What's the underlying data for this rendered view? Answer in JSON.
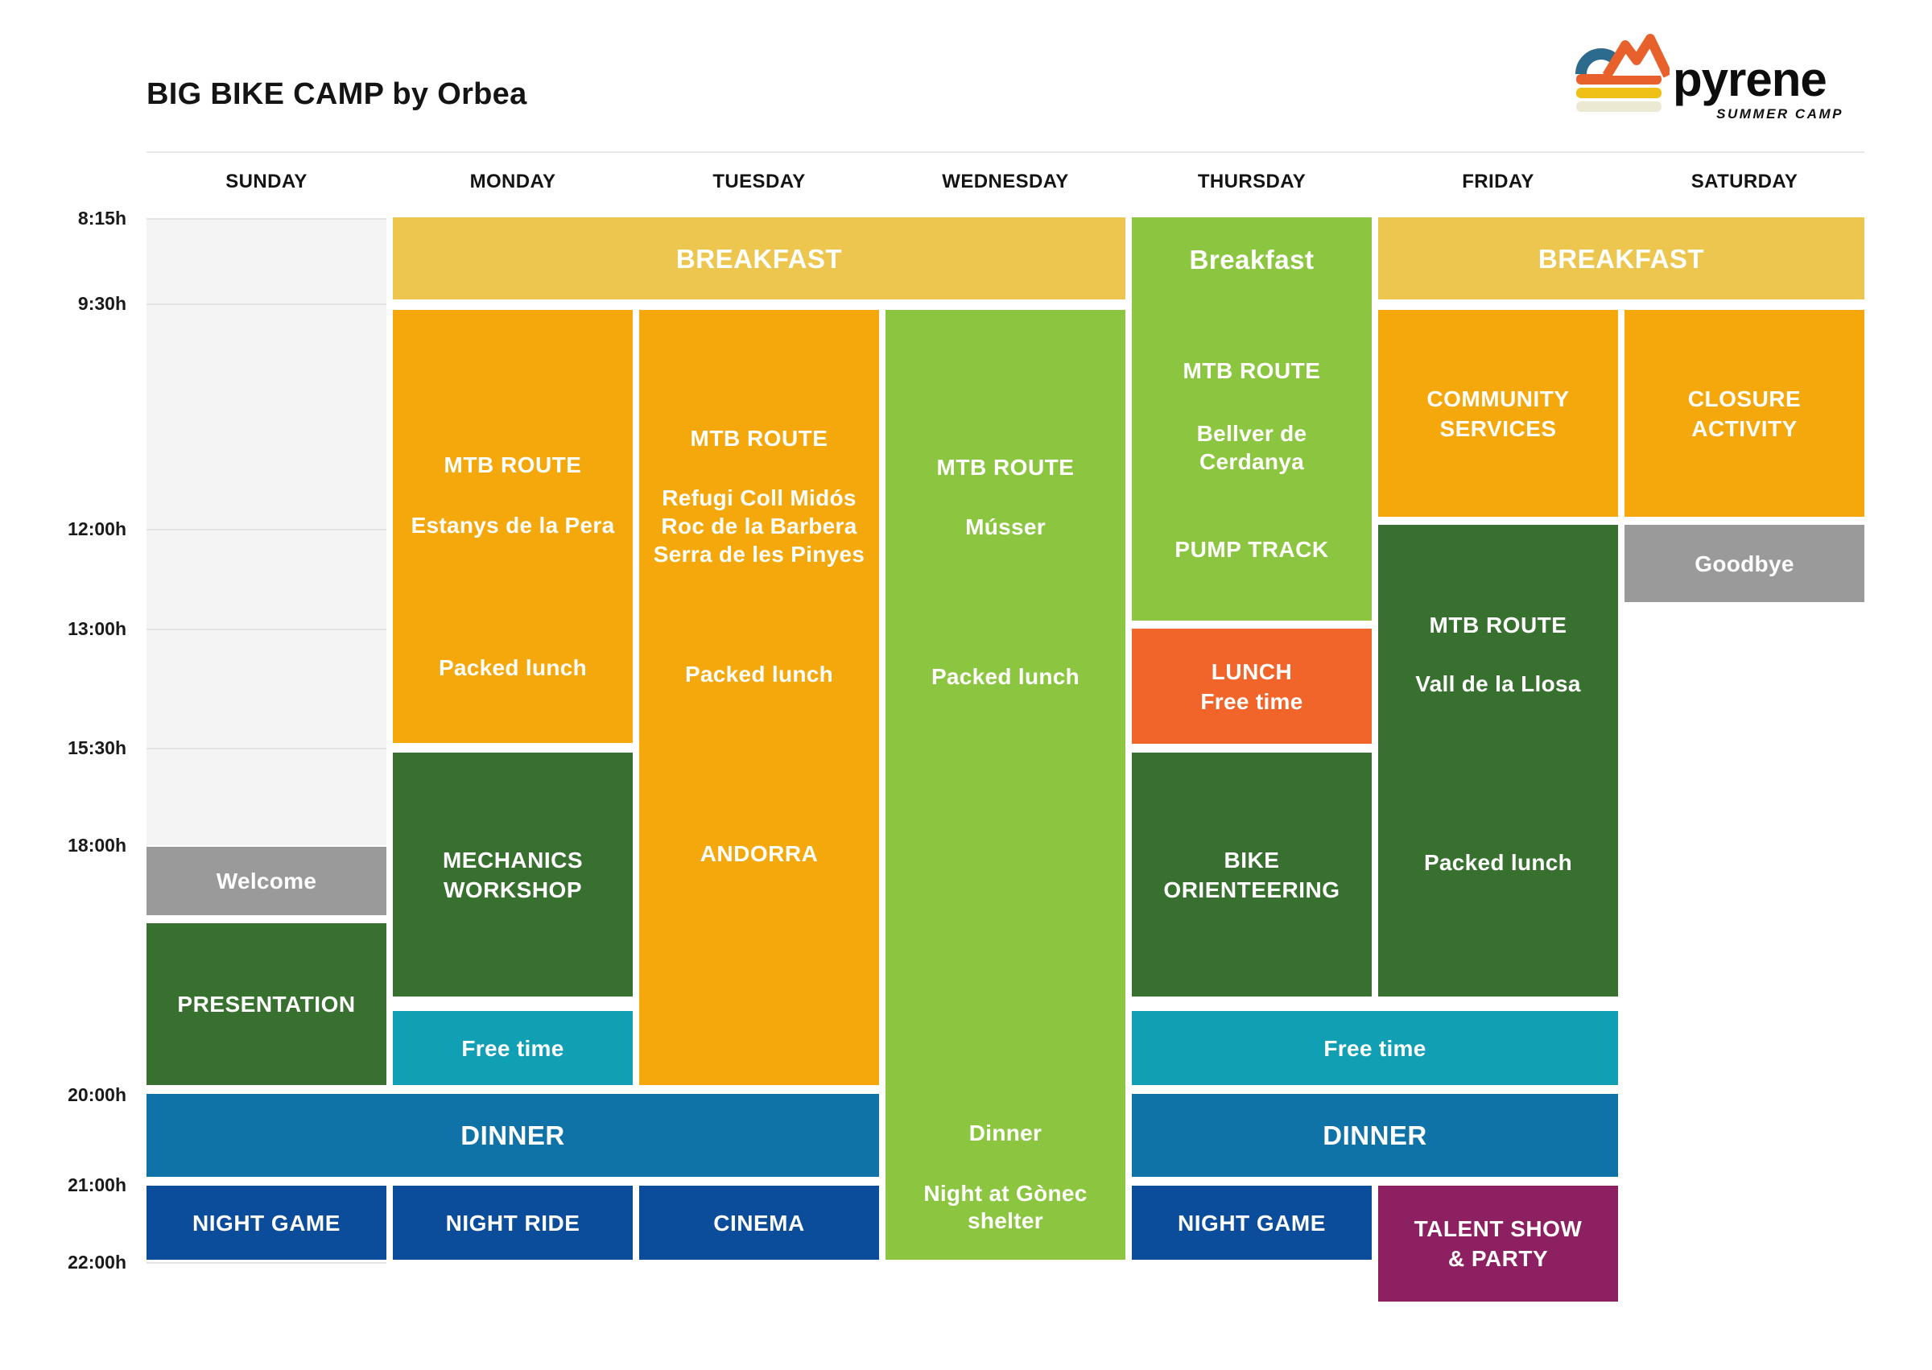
{
  "title": "BIG BIKE CAMP by Orbea",
  "logo": {
    "brand": "pyrene",
    "tagline": "SUMMER CAMP"
  },
  "days": [
    "SUNDAY",
    "MONDAY",
    "TUESDAY",
    "WEDNESDAY",
    "THURSDAY",
    "FRIDAY",
    "SATURDAY"
  ],
  "times": [
    "8:15h",
    "9:30h",
    "12:00h",
    "13:00h",
    "15:30h",
    "18:00h",
    "20:00h",
    "21:00h",
    "22:00h"
  ],
  "colors": {
    "breakfast_yellow": "#ecc64f",
    "activity_orange": "#f4a80c",
    "light_green": "#8cc640",
    "dark_green": "#38702f",
    "free_time_teal": "#119fb4",
    "dinner_blue": "#0f73a8",
    "night_blue": "#0b4c9b",
    "lunch_orange": "#f2652a",
    "party_purple": "#8c2060",
    "neutral_gray": "#9a9a9a"
  },
  "events": {
    "breakfast_mon_wed": "BREAKFAST",
    "breakfast_fri_sat": "BREAKFAST",
    "welcome": "Welcome",
    "presentation": "PRESENTATION",
    "dinner_sun_tue": "DINNER",
    "dinner_thu_fri": "DINNER",
    "night_game_sun": "NIGHT GAME",
    "night_ride": "NIGHT RIDE",
    "cinema": "CINEMA",
    "night_game_thu": "NIGHT GAME",
    "free_time_mon": "Free time",
    "free_time_thu_fri": "Free time",
    "goodbye": "Goodbye",
    "mon_mtb": {
      "title": "MTB ROUTE",
      "route": "Estanys de la Pera",
      "lunch": "Packed lunch"
    },
    "mechanics": {
      "line1": "MECHANICS",
      "line2": "WORKSHOP"
    },
    "tue_mtb": {
      "title": "MTB ROUTE",
      "route1": "Refugi Coll Midós",
      "route2": "Roc de la Barbera",
      "route3": "Serra de les Pinyes",
      "lunch": "Packed lunch",
      "destination": "ANDORRA"
    },
    "wed_day": {
      "title": "MTB ROUTE",
      "route": "Músser",
      "lunch": "Packed lunch",
      "dinner": "Dinner",
      "night1": "Night at Gònec",
      "night2": "shelter"
    },
    "thu_morning": {
      "breakfast": "Breakfast",
      "title": "MTB ROUTE",
      "route1": "Bellver de",
      "route2": "Cerdanya",
      "extra": "PUMP TRACK"
    },
    "lunch_free_time": {
      "line1": "LUNCH",
      "line2": "Free time"
    },
    "bike_orienteering": {
      "line1": "BIKE",
      "line2": "ORIENTEERING"
    },
    "community": {
      "line1": "COMMUNITY",
      "line2": "SERVICES"
    },
    "fri_mtb": {
      "title": "MTB ROUTE",
      "route": "Vall de la Llosa",
      "lunch": "Packed lunch"
    },
    "talent_show": {
      "line1": "TALENT SHOW",
      "line2": "& PARTY"
    },
    "closure": {
      "line1": "CLOSURE",
      "line2": "ACTIVITY"
    }
  }
}
